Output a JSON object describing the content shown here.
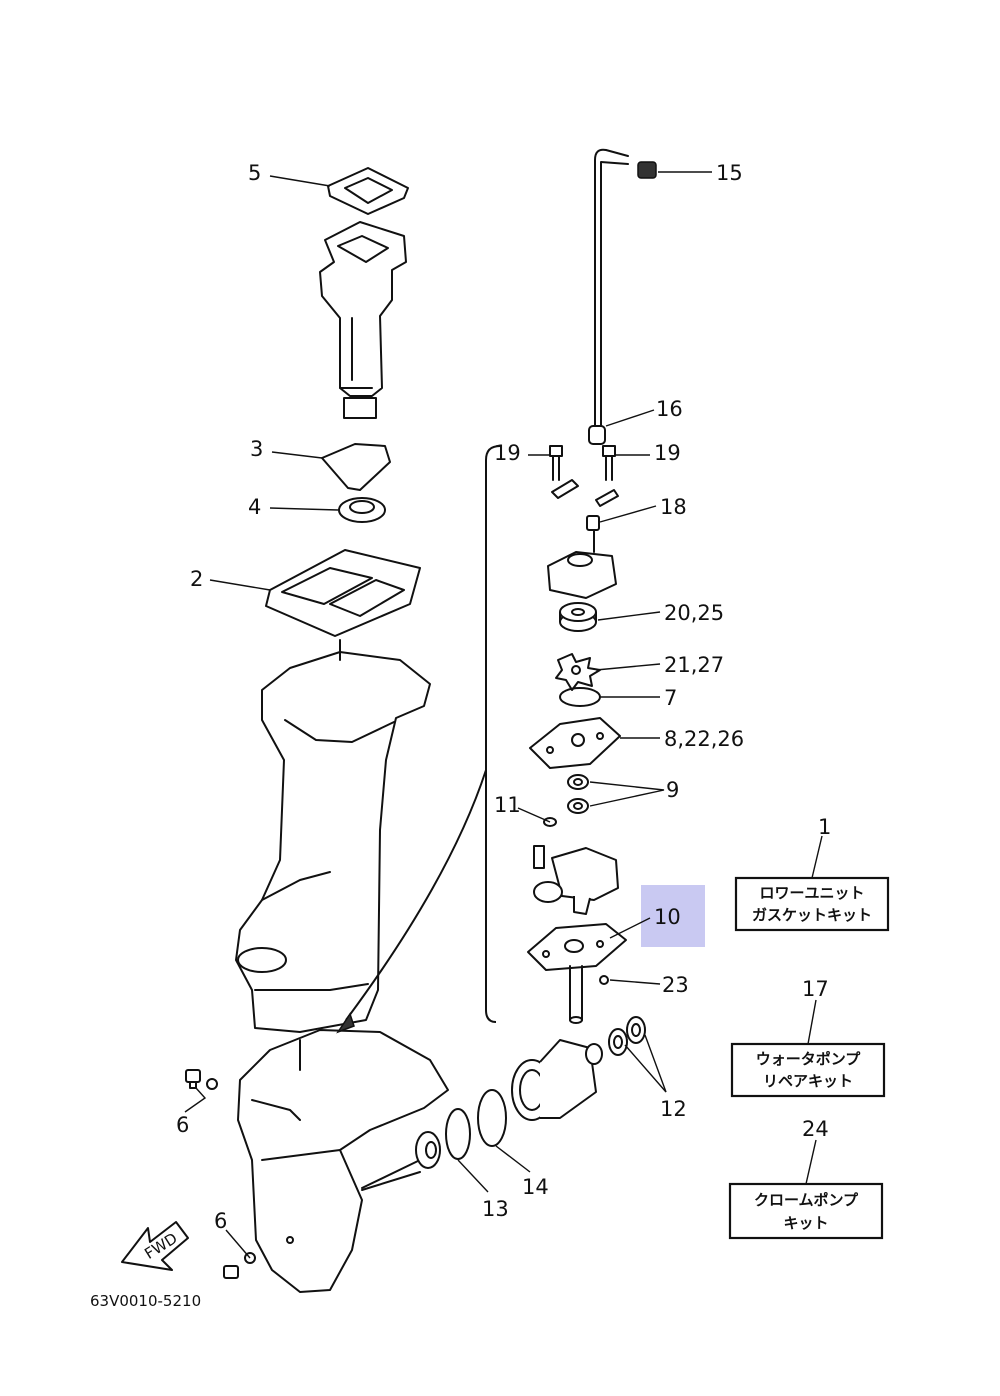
{
  "diagram": {
    "drawing_code": "63V0010-5210",
    "fwd_label": "FWD",
    "highlight_color": "#c9c9f2",
    "callouts": {
      "c1": "1",
      "c2": "2",
      "c3": "3",
      "c4": "4",
      "c5": "5",
      "c6a": "6",
      "c6b": "6",
      "c7": "7",
      "c8": "8,22,26",
      "c9": "9",
      "c10": "10",
      "c11": "11",
      "c12": "12",
      "c13": "13",
      "c14": "14",
      "c15": "15",
      "c16": "16",
      "c17": "17",
      "c18": "18",
      "c19a": "19",
      "c19b": "19",
      "c20": "20,25",
      "c21": "21,27",
      "c23": "23",
      "c24": "24"
    },
    "kits": {
      "lower_unit": {
        "line1": "ロワーユニット",
        "line2": "ガスケットキット"
      },
      "water_pump": {
        "line1": "ウォータポンプ",
        "line2": "リペアキット"
      },
      "chrome_pump": {
        "line1": "クロームポンプ",
        "line2": "キット"
      }
    }
  }
}
